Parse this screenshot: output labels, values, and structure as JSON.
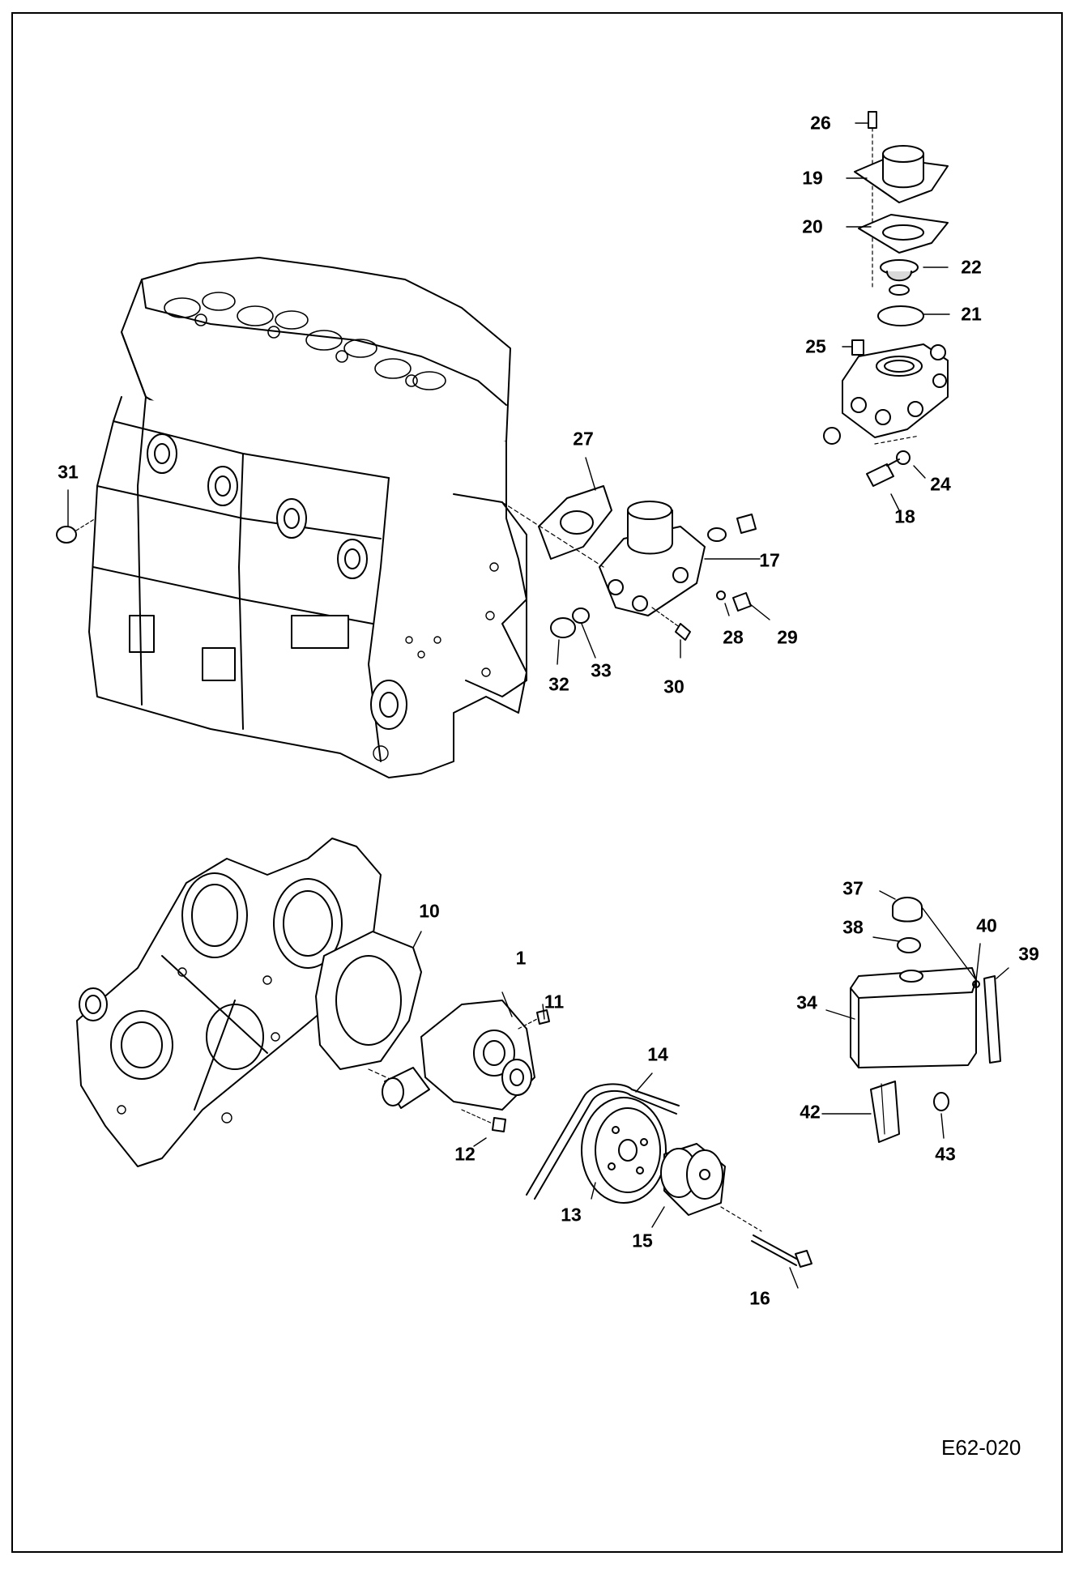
{
  "drawing_code": "E62-020",
  "callouts": [
    "1",
    "10",
    "11",
    "12",
    "13",
    "14",
    "15",
    "16",
    "17",
    "18",
    "19",
    "20",
    "21",
    "22",
    "24",
    "25",
    "26",
    "27",
    "28",
    "29",
    "30",
    "31",
    "32",
    "33",
    "34",
    "37",
    "38",
    "39",
    "40",
    "42",
    "43"
  ],
  "colors": {
    "line": "#000000",
    "fill": "#ffffff",
    "shade": "#d9d9d9"
  }
}
